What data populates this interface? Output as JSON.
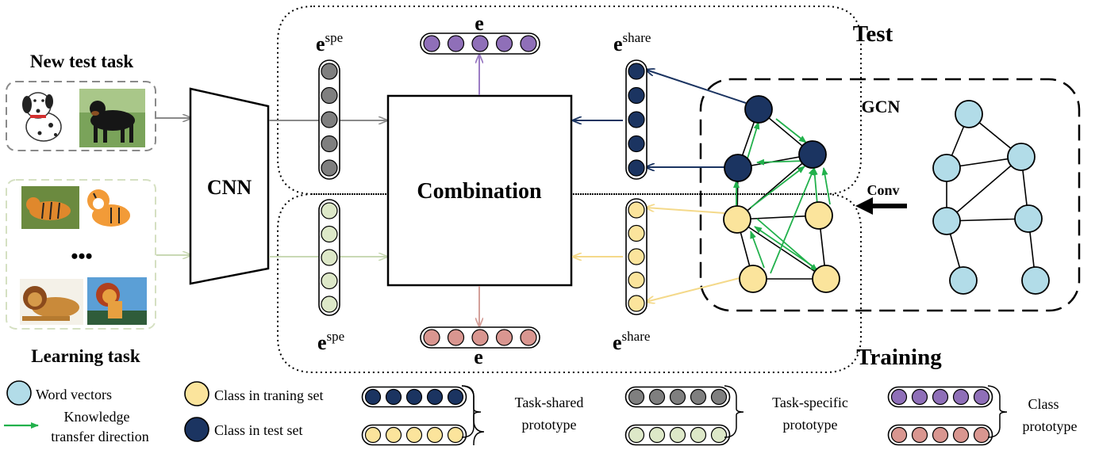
{
  "headings": {
    "new_test_task": "New test task",
    "learning_task": "Learning task",
    "test": "Test",
    "training": "Training",
    "gcn": "GCN",
    "conv": "Conv",
    "cnn": "CNN",
    "combination": "Combination",
    "ellipsis": "•••"
  },
  "embeddings": {
    "e_top": "e",
    "e_bottom": "e",
    "spe_base": "e",
    "spe_sup": "spe",
    "share_base": "e",
    "share_sup": "share"
  },
  "legend": {
    "word_vectors": "Word vectors",
    "knowledge_line1": "Knowledge",
    "knowledge_line2": "transfer direction",
    "class_training": "Class in traning set",
    "class_test": "Class in test set",
    "task_shared_1": "Task-shared",
    "task_shared_2": "prototype",
    "task_specific_1": "Task-specific",
    "task_specific_2": "prototype",
    "class_proto_1": "Class",
    "class_proto_2": "prototype"
  },
  "images": {
    "test_task": [
      "dalmatian cartoon",
      "rottweiler photo"
    ],
    "learning_task": [
      "tiger photo",
      "tiger cartoon",
      "lion photo",
      "lion cartoon"
    ]
  },
  "colors": {
    "navy": "#1b3461",
    "yellow": "#fbe49c",
    "grey": "#7f7f7f",
    "pale_green": "#dde8c8",
    "purple": "#8f6fb8",
    "pink": "#d99690",
    "light_blue": "#b2dce8",
    "green_arrow": "#22b14c"
  }
}
